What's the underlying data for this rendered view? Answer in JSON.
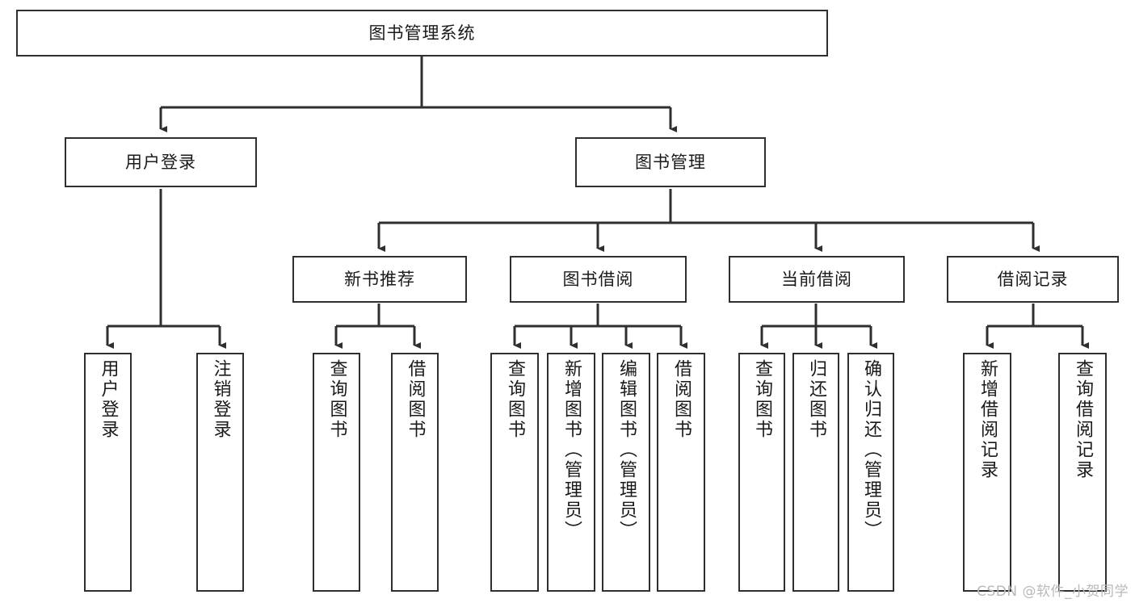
{
  "diagram": {
    "title": "图书管理系统",
    "type": "hierarchy-tree",
    "watermark": "CSDN @软件_小贺同学",
    "colors": {
      "box_border": "#2f2f2f",
      "box_fill": "#ffffff",
      "connector": "#2f2f2f",
      "text": "#1a1a1a",
      "watermark": "#b9b9b9",
      "background": "#ffffff"
    },
    "nodes": {
      "root": {
        "label": "图书管理系统"
      },
      "level2": [
        {
          "id": "user-login",
          "label": "用户登录"
        },
        {
          "id": "book-management",
          "label": "图书管理"
        }
      ],
      "level3": [
        {
          "id": "new-book-recommend",
          "label": "新书推荐"
        },
        {
          "id": "book-borrow",
          "label": "图书借阅"
        },
        {
          "id": "current-borrow",
          "label": "当前借阅"
        },
        {
          "id": "borrow-record",
          "label": "借阅记录"
        }
      ],
      "leaves": {
        "user_login": [
          {
            "id": "leaf-user-login",
            "label": "用户登录"
          },
          {
            "id": "leaf-logout-login",
            "label": "注销登录"
          }
        ],
        "new_book_recommend": [
          {
            "id": "leaf-query-book-1",
            "label": "查询图书"
          },
          {
            "id": "leaf-borrow-book-1",
            "label": "借阅图书"
          }
        ],
        "book_borrow": [
          {
            "id": "leaf-query-book-2",
            "label": "查询图书"
          },
          {
            "id": "leaf-add-book",
            "label": "新增图书（管理员）"
          },
          {
            "id": "leaf-edit-book",
            "label": "编辑图书（管理员）"
          },
          {
            "id": "leaf-borrow-book-2",
            "label": "借阅图书"
          }
        ],
        "current_borrow": [
          {
            "id": "leaf-query-book-3",
            "label": "查询图书"
          },
          {
            "id": "leaf-return-book",
            "label": "归还图书"
          },
          {
            "id": "leaf-confirm-return",
            "label": "确认归还（管理员）"
          }
        ],
        "borrow_record": [
          {
            "id": "leaf-add-record",
            "label": "新增借阅记录"
          },
          {
            "id": "leaf-query-record",
            "label": "查询借阅记录"
          }
        ]
      }
    }
  }
}
